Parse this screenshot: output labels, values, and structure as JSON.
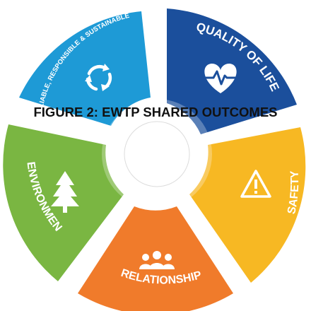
{
  "figure": {
    "title": "FIGURE 2: EWTP SHARED OUTCOMES"
  },
  "segments": [
    {
      "key": "sustainable",
      "label": "RELIABLE, RESPONSIBLE & SUSTAINABLE",
      "icon": "recycle-arrows-icon",
      "color": "#1e9ad6"
    },
    {
      "key": "quality",
      "label": "QUALITY OF LIFE",
      "icon": "heart-pulse-icon",
      "color": "#1b4f9c"
    },
    {
      "key": "safety",
      "label": "SAFETY",
      "icon": "warning-triangle-icon",
      "color": "#f7b823"
    },
    {
      "key": "relationship",
      "label": "RELATIONSHIP",
      "icon": "people-group-icon",
      "color": "#f07b2b"
    },
    {
      "key": "environment",
      "label": "ENVIRONMENT",
      "icon": "pine-tree-icon",
      "color": "#7ab642"
    }
  ]
}
